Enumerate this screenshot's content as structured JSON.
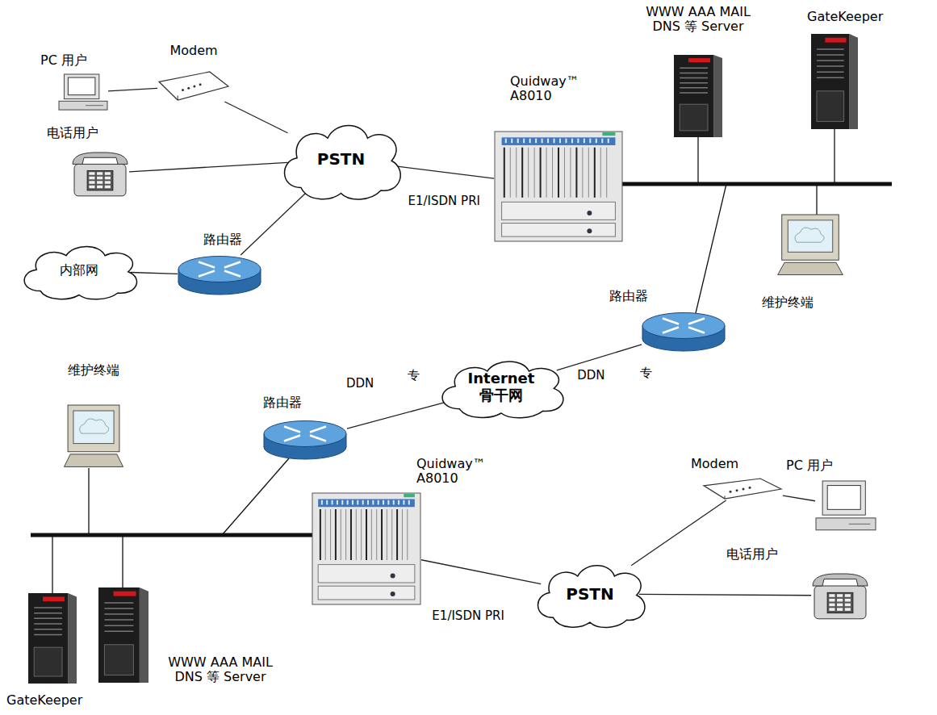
{
  "diagram": {
    "nodes": [
      {
        "text": [
          "PC 用户"
        ]
      },
      {
        "text": [
          "Modem"
        ]
      },
      {
        "text": [
          "WWW AAA MAIL DNS 等 Server"
        ]
      },
      {
        "text": [
          "GateKeeper"
        ]
      },
      {
        "text": [
          "Quidway™ A8010"
        ]
      },
      {
        "text": [
          "PSTN"
        ]
      },
      {
        "text": [
          "电话用户"
        ]
      },
      {
        "text": [
          "内部网"
        ]
      },
      {
        "text": [
          "路由器"
        ]
      },
      {
        "text": [
          "维护终端"
        ]
      },
      {
        "text": [
          "路由器"
        ]
      },
      {
        "text": [
          "Internet 骨干网"
        ]
      },
      {
        "text": [
          "维护终端"
        ]
      },
      {
        "text": [
          "路由器"
        ]
      },
      {
        "text": [
          "Quidway™ A8010"
        ]
      },
      {
        "text": [
          "Modem"
        ]
      },
      {
        "text": [
          "PC 用户"
        ]
      },
      {
        "text": [
          "电话用户"
        ]
      },
      {
        "text": [
          "PSTN"
        ]
      },
      {
        "text": [
          "GateKeeper"
        ]
      },
      {
        "text": [
          "WWW AAA MAIL DNS 等 Server"
        ]
      }
    ],
    "edges": [
      {
        "from": 0,
        "to": 1,
        "arrow": "none"
      },
      {
        "from": 1,
        "to": 5,
        "arrow": "none"
      },
      {
        "from": 6,
        "to": 5,
        "arrow": "none"
      },
      {
        "from": 7,
        "to": 8,
        "arrow": "none"
      },
      {
        "from": 8,
        "to": 5,
        "arrow": "none"
      },
      {
        "from": 5,
        "to": 4,
        "label": "E1/ISDN PRI",
        "arrow": "none"
      },
      {
        "from": 10,
        "to": 11,
        "label": "DDN",
        "arrow": "none"
      },
      {
        "from": 13,
        "to": 11,
        "label": "DDN",
        "arrow": "none"
      },
      {
        "from": 14,
        "to": 18,
        "label": "E1/ISDN PRI",
        "arrow": "none"
      },
      {
        "from": 15,
        "to": 18,
        "arrow": "none"
      },
      {
        "from": 16,
        "to": 15,
        "arrow": "none"
      },
      {
        "from": 17,
        "to": 18,
        "arrow": "none"
      }
    ],
    "labels": [
      "专",
      "专"
    ]
  }
}
